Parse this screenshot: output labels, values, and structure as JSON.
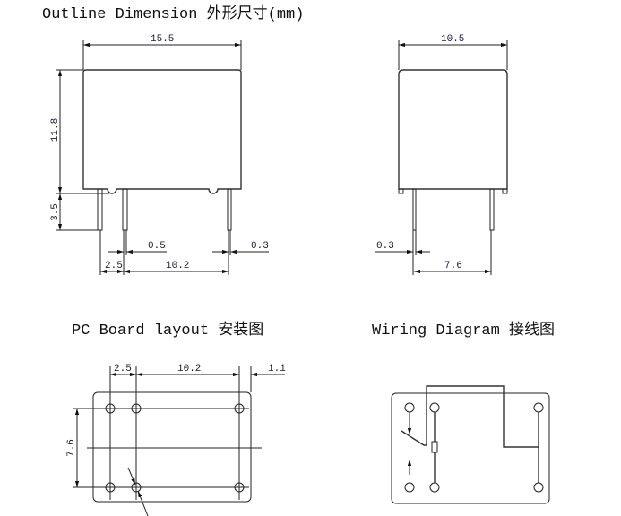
{
  "outline": {
    "title": "Outline Dimension 外形尺寸(mm)",
    "front_view": {
      "width": "15.5",
      "height": "11.8",
      "pin_length": "3.5",
      "pin_width": "0.5",
      "pin_thickness": "0.3",
      "pin_offset": "2.5",
      "pin_pitch": "10.2"
    },
    "side_view": {
      "width": "10.5",
      "pin_thickness": "0.3",
      "pin_spacing": "7.6"
    }
  },
  "pcb_layout": {
    "title": "PC Board layout 安装图",
    "dims": {
      "offset": "2.5",
      "pitch": "10.2",
      "edge": "1.1",
      "row_spacing": "7.6"
    }
  },
  "wiring": {
    "title": "Wiring Diagram 接线图"
  }
}
